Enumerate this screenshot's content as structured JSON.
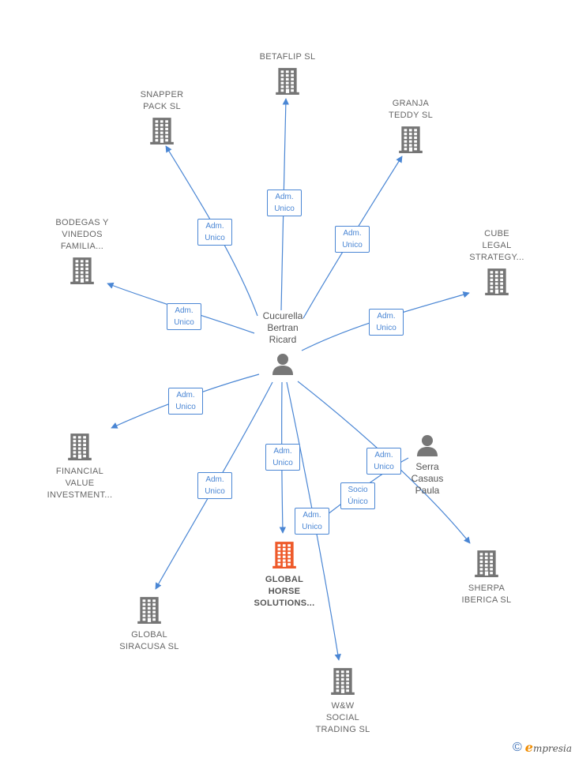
{
  "colors": {
    "edge": "#4a86d4",
    "building": "#757575",
    "building_main": "#ee5a2a",
    "person": "#777777"
  },
  "persons": [
    {
      "id": "p1",
      "label": "Cucurella\nBertran\nRicard"
    },
    {
      "id": "p2",
      "label": "Serra\nCasaus\nPaula"
    }
  ],
  "companies": [
    {
      "id": "betaflip",
      "label": "BETAFLIP  SL",
      "main": false
    },
    {
      "id": "snapper",
      "label": "SNAPPER\nPACK  SL",
      "main": false
    },
    {
      "id": "granja",
      "label": "GRANJA\nTEDDY SL",
      "main": false
    },
    {
      "id": "bodegas",
      "label": "BODEGAS Y\nVINEDOS\nFAMILIA...",
      "main": false
    },
    {
      "id": "cube",
      "label": "CUBE\nLEGAL\nSTRATEGY...",
      "main": false
    },
    {
      "id": "financial",
      "label": "FINANCIAL\nVALUE\nINVESTMENT...",
      "main": false
    },
    {
      "id": "global_horse",
      "label": "GLOBAL\nHORSE\nSOLUTIONS...",
      "main": true
    },
    {
      "id": "sherpa",
      "label": "SHERPA\nIBERICA  SL",
      "main": false
    },
    {
      "id": "siracusa",
      "label": "GLOBAL\nSIRACUSA  SL",
      "main": false
    },
    {
      "id": "ww",
      "label": "W&W\nSOCIAL\nTRADING  SL",
      "main": false
    }
  ],
  "relations": [
    {
      "from": "p1",
      "to": "betaflip",
      "label": "Adm.\nUnico"
    },
    {
      "from": "p1",
      "to": "snapper",
      "label": "Adm.\nUnico"
    },
    {
      "from": "p1",
      "to": "granja",
      "label": "Adm.\nUnico"
    },
    {
      "from": "p1",
      "to": "bodegas",
      "label": "Adm.\nUnico"
    },
    {
      "from": "p1",
      "to": "cube",
      "label": "Adm.\nUnico"
    },
    {
      "from": "p1",
      "to": "financial",
      "label": "Adm.\nUnico"
    },
    {
      "from": "p1",
      "to": "siracusa",
      "label": "Adm.\nUnico"
    },
    {
      "from": "p1",
      "to": "global_horse",
      "label": "Adm.\nUnico"
    },
    {
      "from": "p1",
      "to": "ww",
      "label": "Adm.\nUnico"
    },
    {
      "from": "p1",
      "to": "sherpa",
      "label": "Adm.\nUnico"
    },
    {
      "from": "p2",
      "to": "global_horse",
      "label": "Socio\nÚnico"
    }
  ],
  "brand": {
    "copyright": "©",
    "e": "e",
    "name": "mpresia"
  }
}
